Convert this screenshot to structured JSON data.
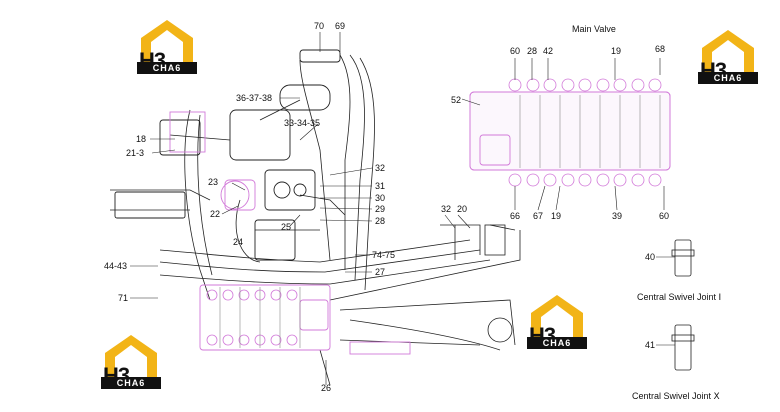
{
  "title": "Main Valve",
  "logos": [
    {
      "brand": "H3",
      "tag": "CHA6"
    },
    {
      "brand": "H3",
      "tag": "CHA6"
    },
    {
      "brand": "H3",
      "tag": "CHA6"
    },
    {
      "brand": "H3",
      "tag": "CHA6"
    }
  ],
  "callouts": {
    "c70": "70",
    "c69": "69",
    "c36": "36-37-38",
    "c33": "33-34-35",
    "c18": "18",
    "c21": "21-3",
    "c32a": "32",
    "c23": "23",
    "c31": "31",
    "c30": "30",
    "c29": "29",
    "c28": "28",
    "c22": "22",
    "c25": "25",
    "c24": "24",
    "c32b": "32",
    "c20": "20",
    "c74": "74-75",
    "c27": "27",
    "c44": "44-43",
    "c71": "71",
    "c26": "26",
    "c60a": "60",
    "c28b": "28",
    "c42": "42",
    "c19a": "19",
    "c68": "68",
    "c52": "52",
    "c66": "66",
    "c67": "67",
    "c19b": "19",
    "c39": "39",
    "c60b": "60",
    "c40": "40",
    "c41": "41"
  },
  "captions": {
    "joint1": "Central Swivel Joint Ⅰ",
    "joint2": "Central Swivel Joint Ⅹ"
  },
  "colors": {
    "highlight": "#d27ad9",
    "line": "#222222",
    "logo_yellow": "#f2b417"
  }
}
